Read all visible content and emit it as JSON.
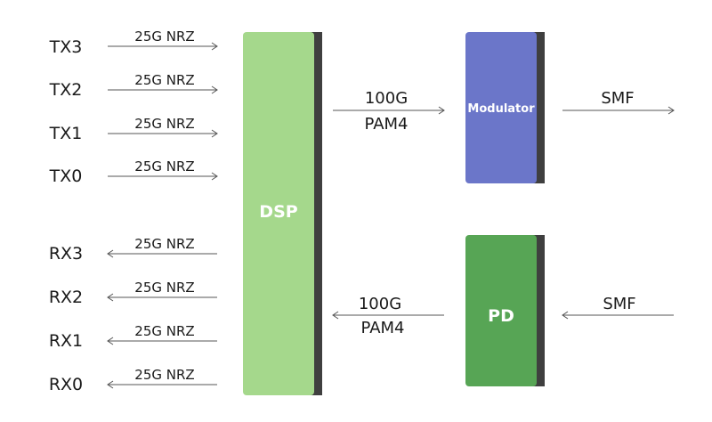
{
  "colors": {
    "dsp": "#a5d88c",
    "modulator": "#6b76c9",
    "pd": "#57a555",
    "side": "#3f3f3f"
  },
  "blocks": {
    "dsp": "DSP",
    "modulator": "Modulator",
    "pd": "PD"
  },
  "tx_lanes": [
    {
      "name": "TX3",
      "rate": "25G NRZ"
    },
    {
      "name": "TX2",
      "rate": "25G NRZ"
    },
    {
      "name": "TX1",
      "rate": "25G NRZ"
    },
    {
      "name": "TX0",
      "rate": "25G NRZ"
    }
  ],
  "rx_lanes": [
    {
      "name": "RX3",
      "rate": "25G NRZ"
    },
    {
      "name": "RX2",
      "rate": "25G NRZ"
    },
    {
      "name": "RX1",
      "rate": "25G NRZ"
    },
    {
      "name": "RX0",
      "rate": "25G NRZ"
    }
  ],
  "links": {
    "dsp_to_modulator": [
      "100G",
      "PAM4"
    ],
    "pd_to_dsp": [
      "100G",
      "PAM4"
    ],
    "modulator_out": "SMF",
    "pd_in": "SMF"
  }
}
